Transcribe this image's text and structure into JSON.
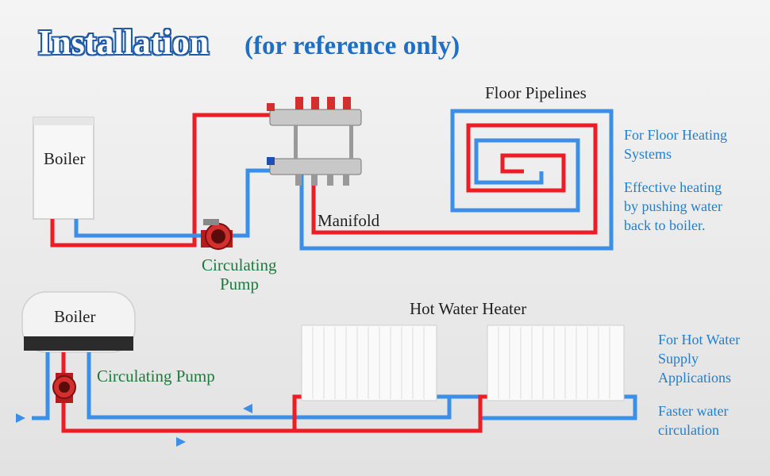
{
  "title": {
    "main": "Installation",
    "sub": "(for reference only)"
  },
  "floor_section": {
    "boiler_label": "Boiler",
    "manifold_label": "Manifold",
    "pump_label_line1": "Circulating",
    "pump_label_line2": "Pump",
    "pipelines_label": "Floor Pipelines",
    "note_line1": "For Floor Heating",
    "note_line2": "Systems",
    "desc_line1": "Effective heating",
    "desc_line2": "by pushing water",
    "desc_line3": "back to boiler."
  },
  "water_section": {
    "boiler_label": "Boiler",
    "pump_label": "Circulating Pump",
    "heater_label": "Hot Water Heater",
    "note_line1": "For Hot Water",
    "note_line2": "Supply",
    "note_line3": "Applications",
    "desc_line1": "Faster water",
    "desc_line2": "circulation"
  },
  "colors": {
    "hot_pipe": "#ee1c25",
    "cold_pipe": "#3b8fe8",
    "label_green": "#1f7a3e",
    "note_blue": "#1f7fcf"
  }
}
